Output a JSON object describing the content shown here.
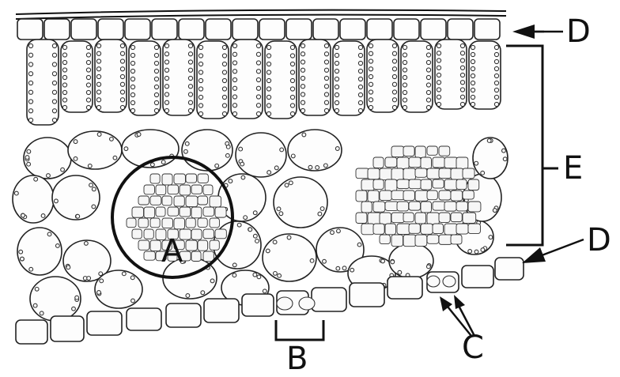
{
  "labels": {
    "a": "A",
    "b": "B",
    "c": "C",
    "d_top": "D",
    "d_bottom": "D",
    "e": "E"
  }
}
